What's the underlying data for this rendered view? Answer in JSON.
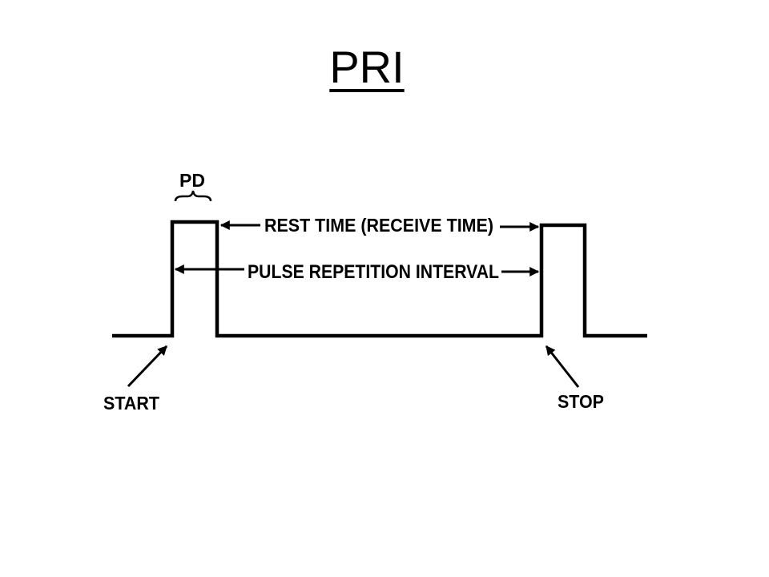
{
  "title": "PRI",
  "labels": {
    "pd": "PD",
    "rest_time": "REST TIME (RECEIVE TIME)",
    "pri": "PULSE REPETITION INTERVAL",
    "start": "START",
    "stop": "STOP"
  },
  "colors": {
    "line": "#000000",
    "background": "#ffffff"
  }
}
